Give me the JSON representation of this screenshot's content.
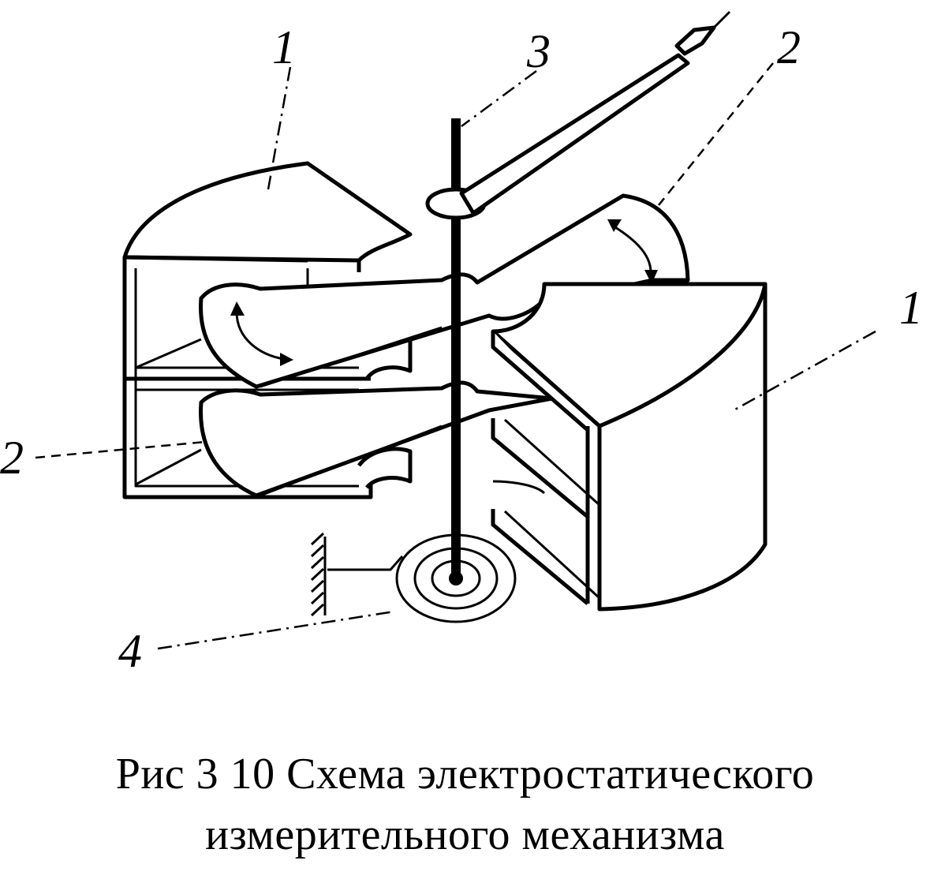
{
  "labels": {
    "fixed_top": "1",
    "fixed_right": "1",
    "movable_top": "2",
    "movable_left": "2",
    "axis": "3",
    "spring": "4"
  },
  "caption": {
    "line1": "Рис  3 10  Схема электростатического",
    "line2": "измерительного механизма"
  }
}
